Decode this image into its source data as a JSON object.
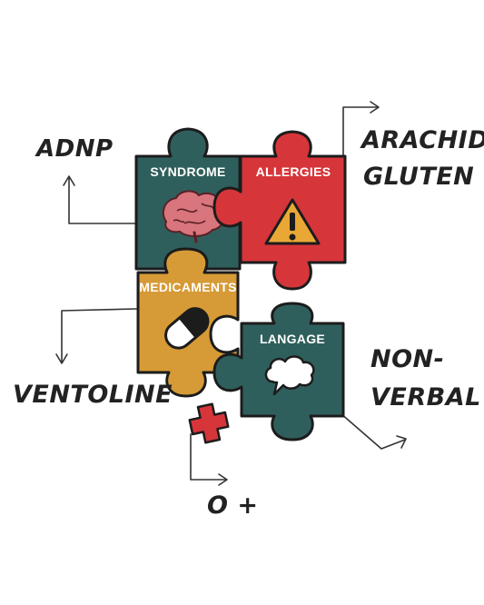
{
  "pieces": {
    "syndrome": {
      "label": "SYNDROME",
      "color": "#2f5f5c",
      "icon": "brain-icon"
    },
    "allergies": {
      "label": "ALLERGIES",
      "color": "#d6353a",
      "icon": "warning-icon"
    },
    "medicaments": {
      "label": "MEDICAMENTS",
      "color": "#d69a36",
      "icon": "pill-icon"
    },
    "langage": {
      "label": "LANGAGE",
      "color": "#2f5f5c",
      "icon": "speech-bubble-icon"
    }
  },
  "annotations": {
    "adnp": "ADNP",
    "arachide": "ARACHIDE",
    "gluten": "GLUTEN",
    "ventoline": "VENTOLINE",
    "non": "NON-",
    "verbal": "VERBAL",
    "blood_type": "O +"
  },
  "cross": {
    "color": "#d6353a",
    "icon": "medical-cross-icon"
  }
}
